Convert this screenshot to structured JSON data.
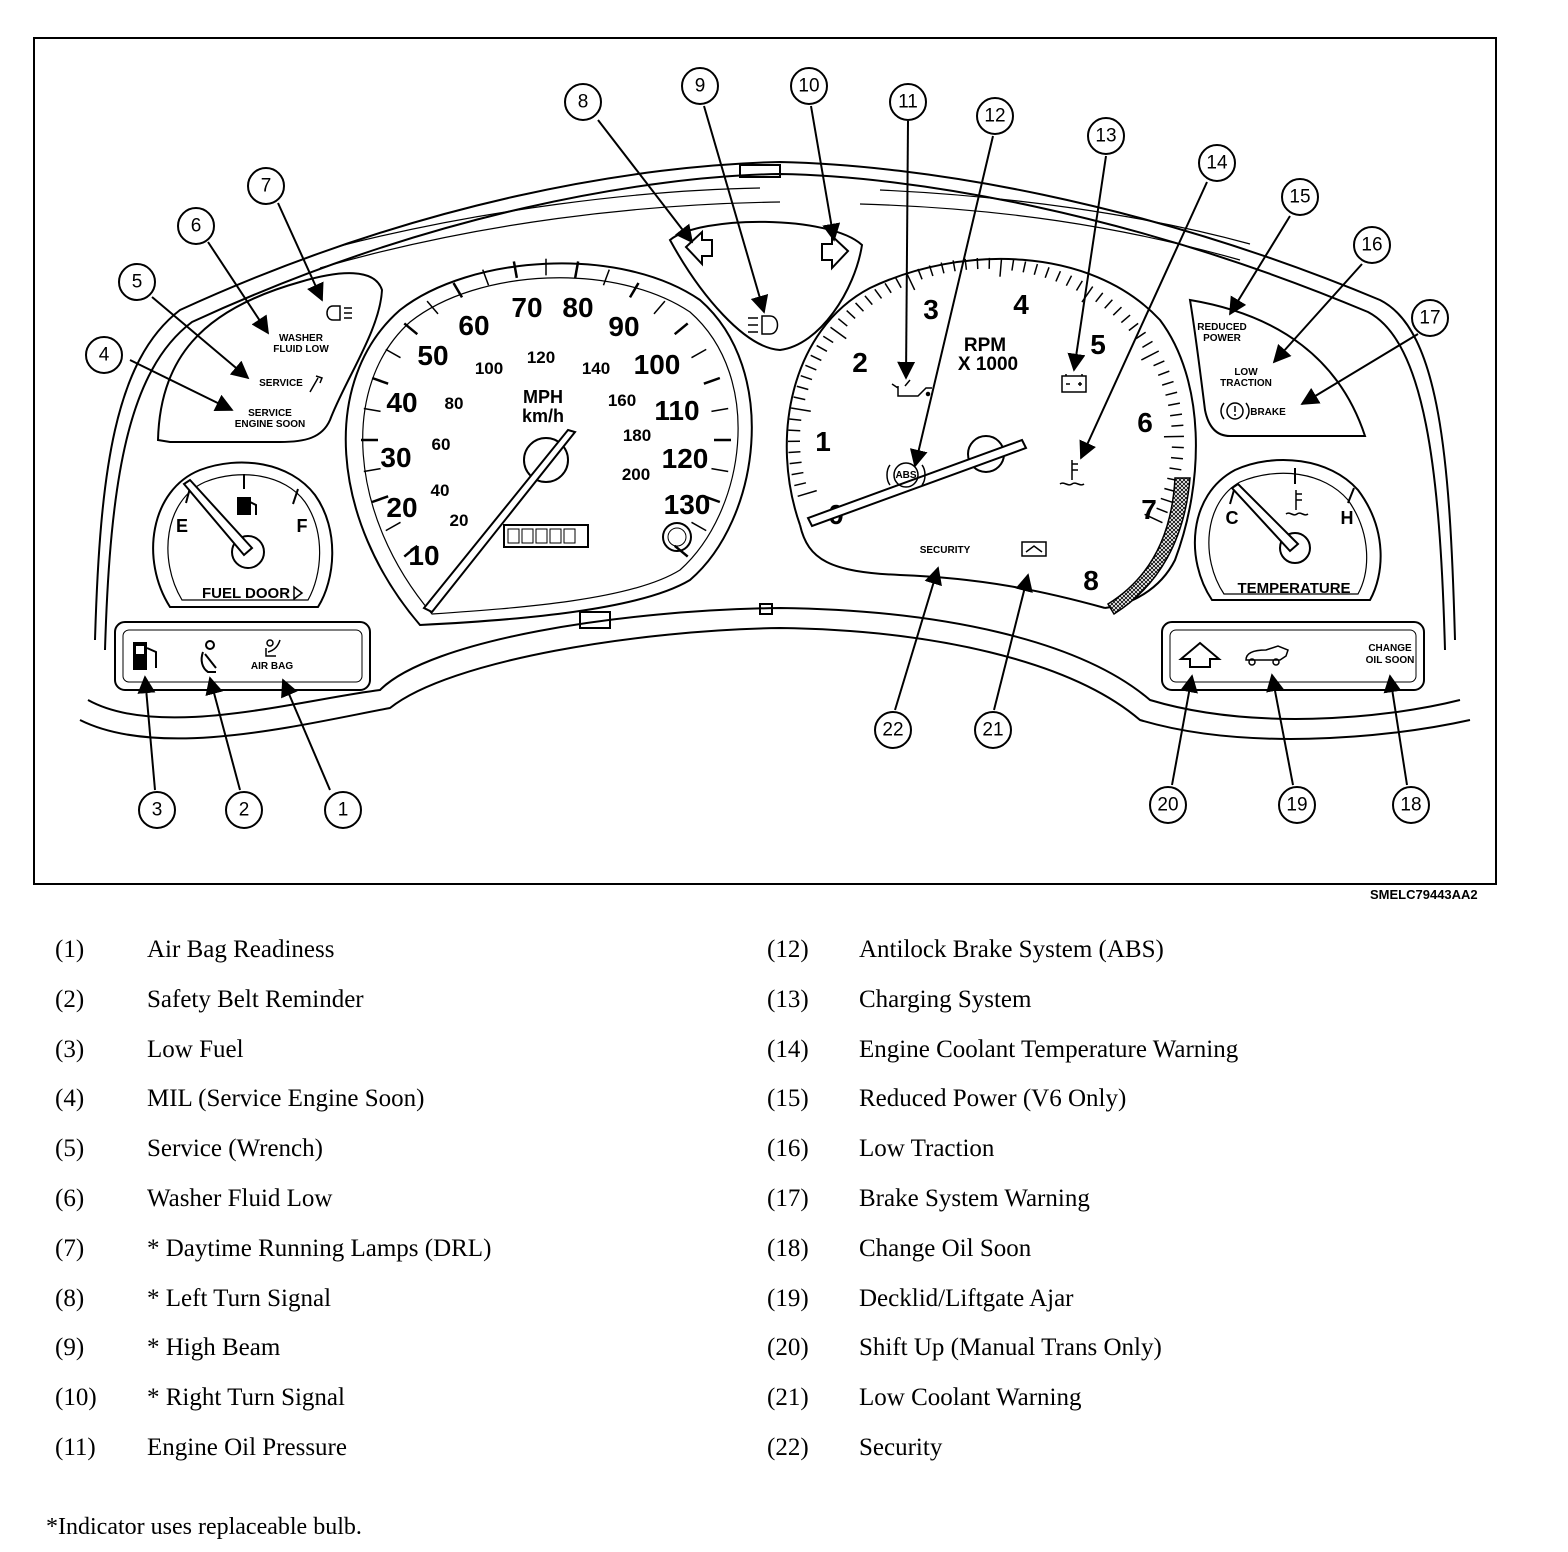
{
  "figure_code": "SMELC79443AA2",
  "cluster": {
    "speedometer": {
      "mph_labels": [
        "10",
        "20",
        "30",
        "40",
        "50",
        "60",
        "70",
        "80",
        "90",
        "100",
        "110",
        "120",
        "130"
      ],
      "kmh_labels": [
        "20",
        "40",
        "60",
        "80",
        "100",
        "120",
        "140",
        "160",
        "180",
        "200"
      ],
      "unit_mph": "MPH",
      "unit_kmh": "km/h"
    },
    "tachometer": {
      "labels": [
        "0",
        "1",
        "2",
        "3",
        "4",
        "5",
        "6",
        "7",
        "8"
      ],
      "unit_top": "RPM",
      "unit_bottom": "X 1000"
    },
    "fuel_gauge": {
      "empty": "E",
      "full": "F",
      "caption": "FUEL DOOR"
    },
    "temp_gauge": {
      "cold": "C",
      "hot": "H",
      "caption": "TEMPERATURE"
    },
    "indicator_text": {
      "washer": [
        "WASHER",
        "FLUID LOW"
      ],
      "service": "SERVICE",
      "ses": [
        "SERVICE",
        "ENGINE SOON"
      ],
      "reduced_power": [
        "REDUCED",
        "POWER"
      ],
      "low_traction": [
        "LOW",
        "TRACTION"
      ],
      "brake": "BRAKE",
      "change_oil": [
        "CHANGE",
        "OIL SOON"
      ],
      "air_bag": "AIR BAG",
      "security": "SECURITY",
      "abs": "ABS"
    }
  },
  "callouts": [
    {
      "n": "1"
    },
    {
      "n": "2"
    },
    {
      "n": "3"
    },
    {
      "n": "4"
    },
    {
      "n": "5"
    },
    {
      "n": "6"
    },
    {
      "n": "7"
    },
    {
      "n": "8"
    },
    {
      "n": "9"
    },
    {
      "n": "10"
    },
    {
      "n": "11"
    },
    {
      "n": "12"
    },
    {
      "n": "13"
    },
    {
      "n": "14"
    },
    {
      "n": "15"
    },
    {
      "n": "16"
    },
    {
      "n": "17"
    },
    {
      "n": "18"
    },
    {
      "n": "19"
    },
    {
      "n": "20"
    },
    {
      "n": "21"
    },
    {
      "n": "22"
    }
  ],
  "legend": {
    "left": [
      {
        "num": "(1)",
        "text": "Air Bag Readiness"
      },
      {
        "num": "(2)",
        "text": "Safety Belt Reminder"
      },
      {
        "num": "(3)",
        "text": "Low Fuel"
      },
      {
        "num": "(4)",
        "text": "MIL (Service Engine Soon)"
      },
      {
        "num": "(5)",
        "text": "Service (Wrench)"
      },
      {
        "num": "(6)",
        "text": "Washer Fluid Low"
      },
      {
        "num": "(7)",
        "text": "* Daytime Running Lamps (DRL)"
      },
      {
        "num": "(8)",
        "text": "* Left Turn Signal"
      },
      {
        "num": "(9)",
        "text": "* High Beam"
      },
      {
        "num": "(10)",
        "text": "* Right Turn Signal"
      },
      {
        "num": "(11)",
        "text": "Engine Oil Pressure"
      }
    ],
    "right": [
      {
        "num": "(12)",
        "text": "Antilock Brake System (ABS)"
      },
      {
        "num": "(13)",
        "text": "Charging System"
      },
      {
        "num": "(14)",
        "text": "Engine Coolant Temperature Warning"
      },
      {
        "num": "(15)",
        "text": "Reduced Power (V6 Only)"
      },
      {
        "num": "(16)",
        "text": "Low Traction"
      },
      {
        "num": "(17)",
        "text": "Brake System Warning"
      },
      {
        "num": "(18)",
        "text": "Change Oil Soon"
      },
      {
        "num": "(19)",
        "text": "Decklid/Liftgate Ajar"
      },
      {
        "num": "(20)",
        "text": "Shift Up (Manual Trans Only)"
      },
      {
        "num": "(21)",
        "text": "Low Coolant Warning"
      },
      {
        "num": "(22)",
        "text": "Security"
      }
    ]
  },
  "footnote": "*Indicator uses replaceable bulb."
}
